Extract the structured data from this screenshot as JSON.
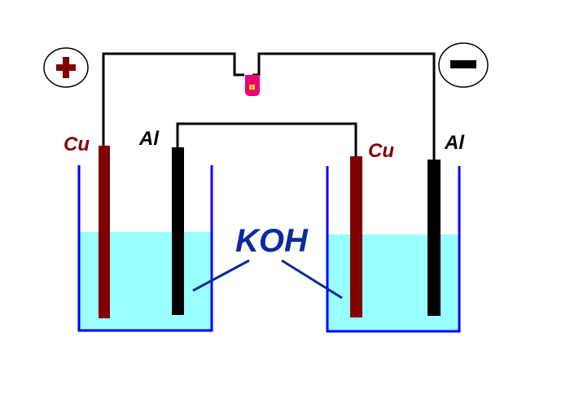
{
  "labels": {
    "electrode_left_cu": "Cu",
    "electrode_left_al": "Al",
    "electrode_right_cu": "Cu",
    "electrode_right_al": "Al",
    "electrolyte": "KOH"
  },
  "terminals": {
    "positive_symbol": "+",
    "negative_symbol": "−"
  },
  "colors": {
    "copper": "#800000",
    "aluminium": "#000000",
    "electrolyte": "#99ffff",
    "beaker": "#0000ff",
    "wire": "#000000",
    "electrolyte_label": "#0a2a9c",
    "led": "#e8007a",
    "led_chip": "#ffe600"
  },
  "icons": {
    "positive": "plus-sign-icon",
    "negative": "minus-sign-icon",
    "led": "led-icon"
  }
}
